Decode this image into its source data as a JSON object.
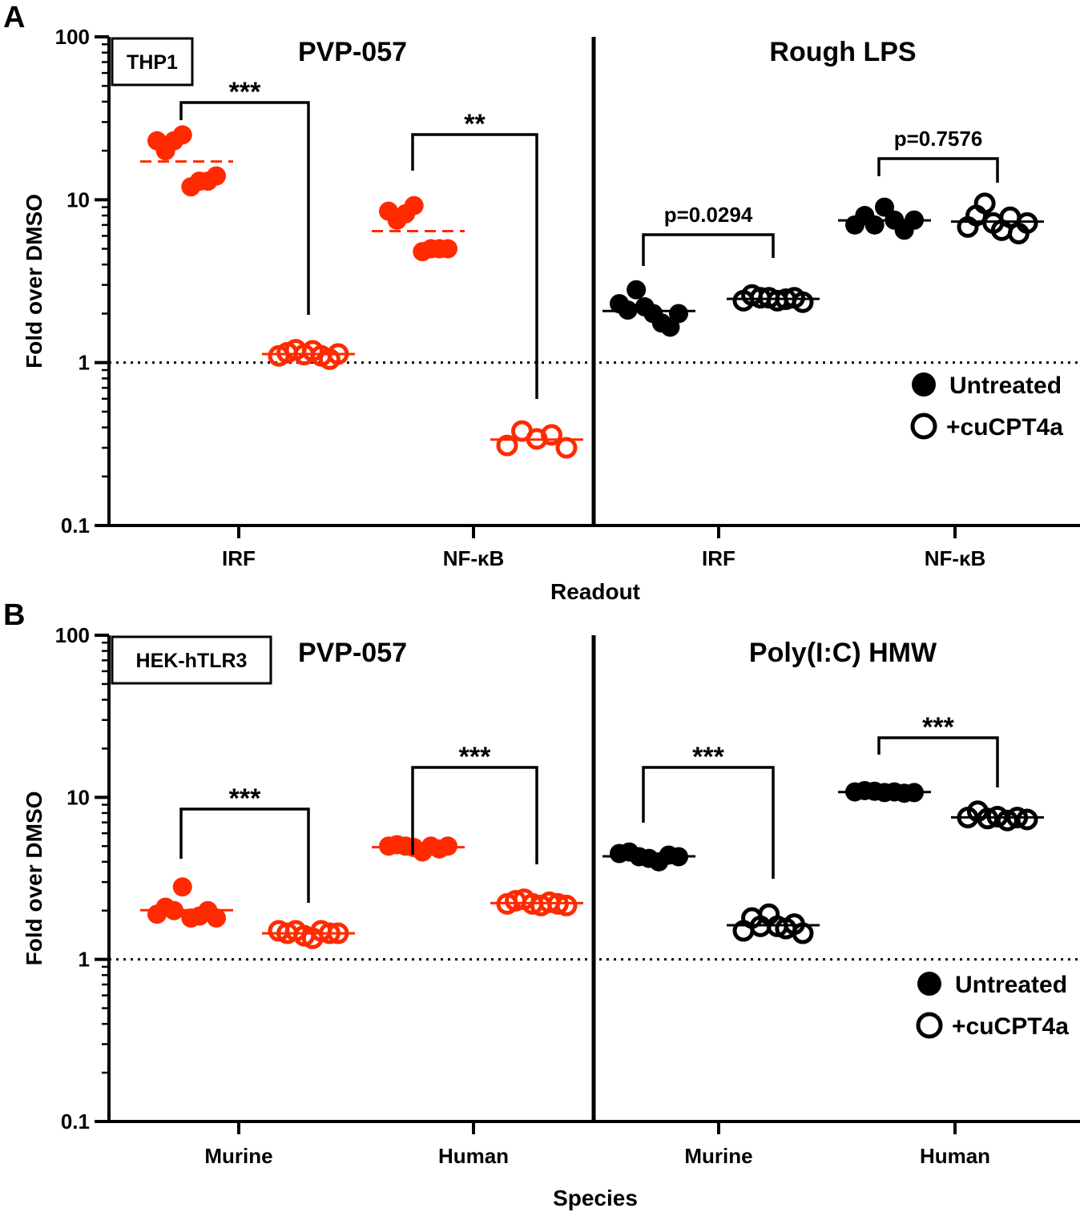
{
  "chart_data": [
    {
      "panel": "A",
      "type": "scatter",
      "yscale": "log",
      "ylim": [
        0.1,
        100
      ],
      "yticks": [
        "0.1",
        "1",
        "10",
        "100"
      ],
      "ylabel": "Fold over DMSO",
      "xlabel": "Readout",
      "cell_label": "THP1",
      "reference_line": 1,
      "groups": [
        {
          "title": "PVP-057",
          "color": "#ff2a00",
          "mean_line": "dashed",
          "categories": [
            {
              "label": "IRF",
              "untreated": [
                23,
                20,
                23,
                25,
                12,
                13,
                13,
                14
              ],
              "cucpt4a": [
                1.1,
                1.15,
                1.2,
                1.12,
                1.18,
                1.1,
                1.05,
                1.13
              ],
              "significance": "***"
            },
            {
              "label": "NF-κB",
              "untreated": [
                8.5,
                7.5,
                8.2,
                9.2,
                4.8,
                5.0,
                5.0,
                5.0
              ],
              "cucpt4a": [
                0.31,
                0.38,
                0.34,
                0.36,
                0.3
              ],
              "significance": "**"
            }
          ]
        },
        {
          "title": "Rough LPS",
          "color": "#000000",
          "mean_line": "solid",
          "categories": [
            {
              "label": "IRF",
              "untreated": [
                2.3,
                2.1,
                2.8,
                2.2,
                2.0,
                1.75,
                1.65,
                2.0
              ],
              "cucpt4a": [
                2.4,
                2.6,
                2.5,
                2.5,
                2.4,
                2.45,
                2.5,
                2.35
              ],
              "significance": "p=0.0294"
            },
            {
              "label": "NF-κB",
              "untreated": [
                7.0,
                8.0,
                7.0,
                9.0,
                7.5,
                6.5,
                7.5
              ],
              "cucpt4a": [
                6.8,
                8.0,
                9.5,
                7.2,
                6.5,
                7.8,
                6.2,
                7.2
              ],
              "significance": "p=0.7576"
            }
          ]
        }
      ],
      "legend": {
        "position": "bottom-right",
        "entries": [
          "Untreated",
          "+cuCPT4a"
        ]
      }
    },
    {
      "panel": "B",
      "type": "scatter",
      "yscale": "log",
      "ylim": [
        0.1,
        100
      ],
      "yticks": [
        "0.1",
        "1",
        "10",
        "100"
      ],
      "ylabel": "Fold over DMSO",
      "xlabel": "Species",
      "cell_label": "HEK-hTLR3",
      "reference_line": 1,
      "groups": [
        {
          "title": "PVP-057",
          "color": "#ff2a00",
          "mean_line": "solid",
          "categories": [
            {
              "label": "Murine",
              "untreated": [
                1.9,
                2.1,
                2.0,
                2.8,
                1.8,
                1.85,
                2.0,
                1.8
              ],
              "cucpt4a": [
                1.5,
                1.45,
                1.5,
                1.4,
                1.35,
                1.5,
                1.45,
                1.45
              ],
              "significance": "***"
            },
            {
              "label": "Human",
              "untreated": [
                5.0,
                5.1,
                5.0,
                4.9,
                4.6,
                5.0,
                4.8,
                5.0
              ],
              "cucpt4a": [
                2.2,
                2.3,
                2.35,
                2.2,
                2.15,
                2.25,
                2.2,
                2.15
              ],
              "significance": "***"
            }
          ]
        },
        {
          "title": "Poly(I:C) HMW",
          "color": "#000000",
          "mean_line": "solid",
          "categories": [
            {
              "label": "Murine",
              "untreated": [
                4.5,
                4.6,
                4.3,
                4.2,
                4.0,
                4.4,
                4.3
              ],
              "cucpt4a": [
                1.5,
                1.8,
                1.6,
                1.9,
                1.6,
                1.55,
                1.65,
                1.45
              ],
              "significance": "***"
            },
            {
              "label": "Human",
              "untreated": [
                10.8,
                11.0,
                10.9,
                10.7,
                10.8,
                10.6,
                10.7
              ],
              "cucpt4a": [
                7.5,
                8.2,
                7.4,
                7.6,
                7.2,
                7.5,
                7.3
              ],
              "significance": "***"
            }
          ]
        }
      ],
      "legend": {
        "position": "bottom-right",
        "entries": [
          "Untreated",
          "+cuCPT4a"
        ]
      }
    }
  ]
}
